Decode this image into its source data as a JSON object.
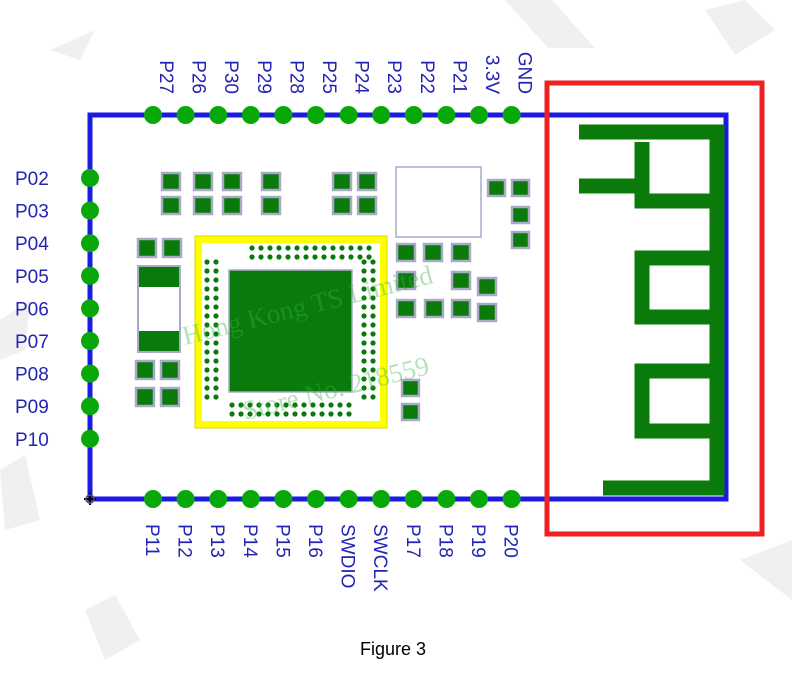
{
  "colors": {
    "outline_blue": "#1a1ae0",
    "pad_green": "#08a808",
    "copper_green": "#0a7a0a",
    "pad_outline": "#a9a9c8",
    "chip_yellow": "#ffff00",
    "antenna_box_red": "#ee2222",
    "label_blue": "#2323b4",
    "watermark_green": "#39b54a"
  },
  "pins": {
    "top": [
      "P27",
      "P26",
      "P30",
      "P29",
      "P28",
      "P25",
      "P24",
      "P23",
      "P22",
      "P21",
      "3.3V",
      "GND"
    ],
    "left": [
      "P02",
      "P03",
      "P04",
      "P05",
      "P06",
      "P07",
      "P08",
      "P09",
      "P10"
    ],
    "bottom": [
      "P11",
      "P12",
      "P13",
      "P14",
      "P15",
      "P16",
      "SWDIO",
      "SWCLK",
      "P17",
      "P18",
      "P19",
      "P20"
    ]
  },
  "watermark": {
    "line1": "Hong Kong TS Limited",
    "line2": "Store No. 218559"
  },
  "caption": "Figure 3"
}
